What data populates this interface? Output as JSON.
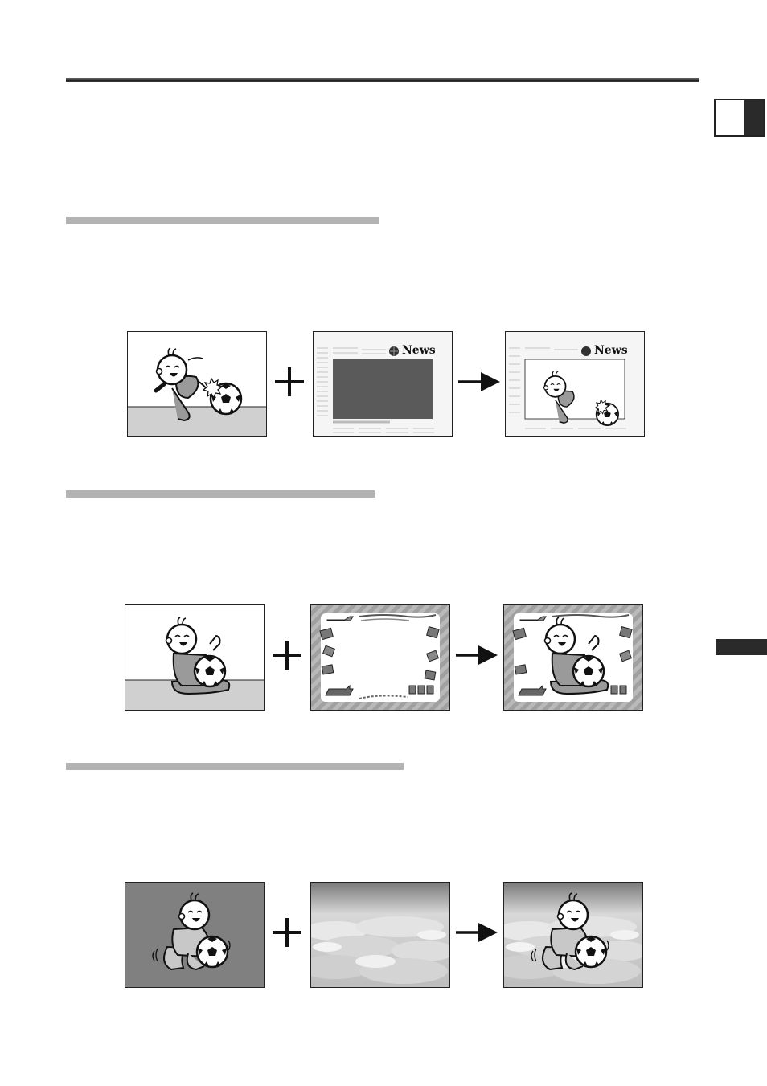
{
  "header": {
    "tab_label": ""
  },
  "sections": [
    {
      "illustration": {
        "source": "kicking-baby",
        "overlay": "newspaper",
        "headline_text": "News",
        "result": "baby-in-newspaper"
      }
    },
    {
      "illustration": {
        "source": "baby-hugging-ball",
        "overlay": "travel-frame",
        "result": "baby-in-travel-frame"
      }
    },
    {
      "illustration": {
        "source": "baby-on-gray-background",
        "overlay": "clouds",
        "result": "baby-over-clouds"
      }
    }
  ],
  "colors": {
    "accent": "#2a2a2a",
    "section_bar": "#b3b3b3",
    "floor": "#d0d0d0",
    "newspaper_block": "#5a5a5a"
  }
}
